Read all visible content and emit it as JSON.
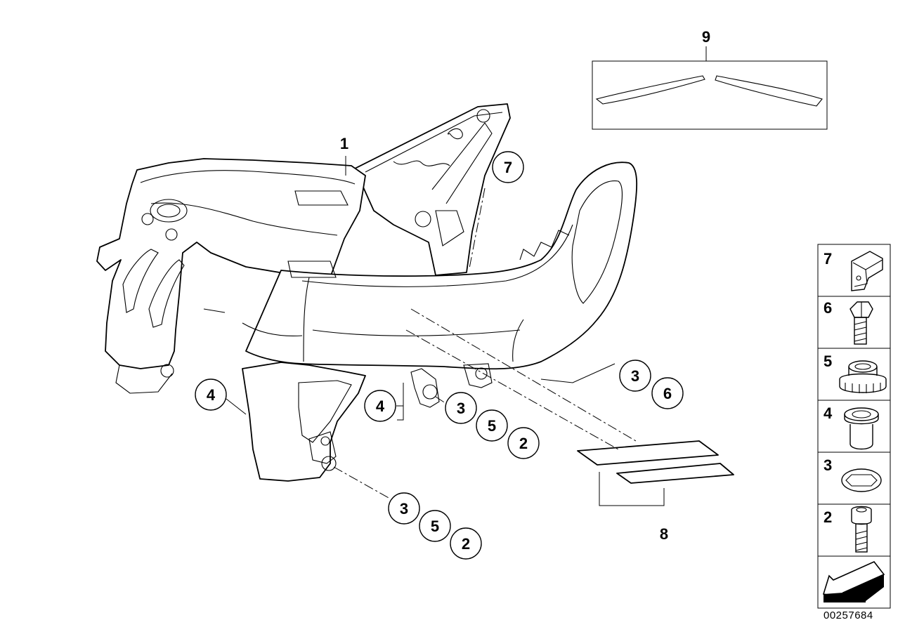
{
  "callouts": {
    "frame_1": "1",
    "label_9": "9",
    "label_8": "8",
    "c7": "7",
    "c4_left": "4",
    "c4_mid": "4",
    "c3_mid": "3",
    "c5_mid": "5",
    "c2_mid": "2",
    "c3_right": "3",
    "c6_right": "6",
    "c3_low": "3",
    "c5_low": "5",
    "c2_low": "2"
  },
  "legend": [
    {
      "num": "7",
      "icon": "clip-nut-icon"
    },
    {
      "num": "6",
      "icon": "hex-bolt-icon"
    },
    {
      "num": "5",
      "icon": "ribbed-nut-icon"
    },
    {
      "num": "4",
      "icon": "bushing-icon"
    },
    {
      "num": "3",
      "icon": "washer-icon"
    },
    {
      "num": "2",
      "icon": "socket-screw-icon"
    }
  ],
  "nav_arrow_icon": "arrow-icon",
  "doc_number": "00257684"
}
